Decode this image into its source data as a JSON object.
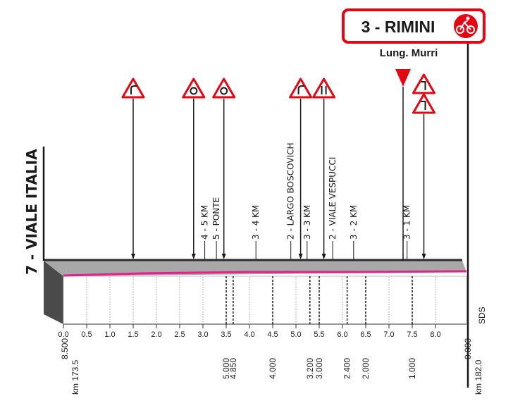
{
  "finish": {
    "label": "3 - RIMINI",
    "street": "Lung. Murri",
    "accent_color": "#e30613"
  },
  "start": {
    "label": "7 - VIALE ITALIA"
  },
  "signature": "SDS",
  "profile": {
    "road_color": "#2b2b2b",
    "line_color": "#e4208a",
    "ground_color": "#a8a8a8",
    "front_color": "#4a4a4a"
  },
  "landmarks": [
    {
      "km": 1.5,
      "icon": "right-turn-sign-icon",
      "label": ""
    },
    {
      "km": 2.8,
      "icon": "roundabout-sign-icon",
      "label": ""
    },
    {
      "km": 3.45,
      "icon": "roundabout-sign-icon",
      "label": ""
    },
    {
      "km": 5.1,
      "icon": "right-turn-sign-icon",
      "label": ""
    },
    {
      "km": 5.6,
      "icon": "narrowing-sign-icon",
      "label": ""
    },
    {
      "km": 7.75,
      "icon": "double-bend-sign-icon",
      "label": ""
    }
  ],
  "vertical_labels": [
    {
      "km": 3.1,
      "text": "4 - 5 KM"
    },
    {
      "km": 3.35,
      "text": "5 - PONTE"
    },
    {
      "km": 4.2,
      "text": "3 - 4 KM"
    },
    {
      "km": 4.95,
      "text": "2 - LARGO BOSCOVICH"
    },
    {
      "km": 5.3,
      "text": "3 - 3 KM"
    },
    {
      "km": 5.85,
      "text": "2 - VIALE VESPUCCI"
    },
    {
      "km": 6.3,
      "text": "3 - 2 KM"
    },
    {
      "km": 7.45,
      "text": "3 - 1 KM"
    }
  ],
  "axis": {
    "ticks": [
      "0.0",
      "0.5",
      "1.0",
      "1.5",
      "2.0",
      "2.5",
      "3.0",
      "3.5",
      "4.0",
      "4.5",
      "5.0",
      "5.5",
      "6.0",
      "6.5",
      "7.0",
      "7.5",
      "8.0"
    ],
    "remaining_km": [
      {
        "km": 3.5,
        "text": "5.000"
      },
      {
        "km": 3.65,
        "text": "4.850"
      },
      {
        "km": 4.5,
        "text": "4.000"
      },
      {
        "km": 5.3,
        "text": "3.200"
      },
      {
        "km": 5.5,
        "text": "3.000"
      },
      {
        "km": 6.1,
        "text": "2.400"
      },
      {
        "km": 6.5,
        "text": "2.000"
      },
      {
        "km": 7.5,
        "text": "1.000"
      }
    ],
    "start_remaining": "8.500",
    "start_km": "km 173.5",
    "end_remaining": "0.000",
    "end_km": "km 182.0"
  }
}
